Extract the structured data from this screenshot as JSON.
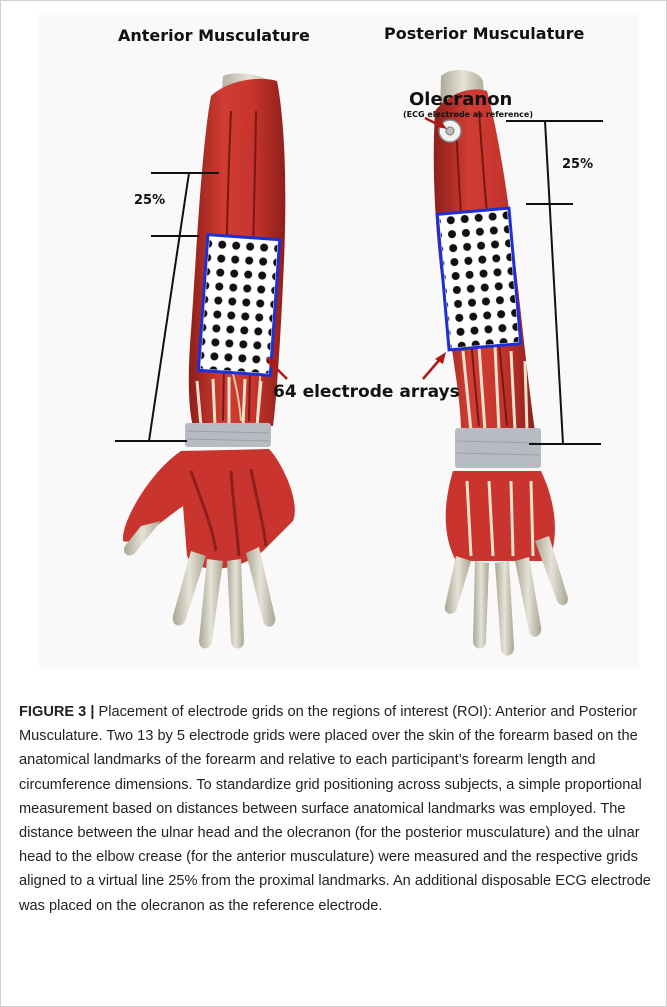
{
  "figure": {
    "titles": {
      "anterior": "Anterior Musculature",
      "posterior": "Posterior Musculature"
    },
    "labels": {
      "olecranon": "Olecranon",
      "olecranon_note": "(ECG electrode as reference)",
      "percent_anterior": "25%",
      "percent_posterior": "25%",
      "arrays": "64 electrode arrays"
    }
  },
  "caption": {
    "lead": "FIGURE 3 |",
    "text": " Placement of electrode grids on the regions of interest (ROI): Anterior and Posterior Musculature. Two 13 by 5 electrode grids were placed over the skin of the forearm based on the anatomical landmarks of the forearm and relative to each participant’s forearm length and circumference dimensions. To standardize grid positioning across subjects, a simple proportional measurement based on distances between surface anatomical landmarks was employed. The distance between the ulnar head and the olecranon (for the posterior musculature) and the ulnar head to the elbow crease (for the anterior musculature) were measured and the respective grids aligned to a virtual line 25% from the proximal landmarks. An additional disposable ECG electrode was placed on the olecranon as the reference electrode."
  },
  "colors": {
    "muscle": "#c9352e",
    "muscle_dark": "#8e1f1a",
    "bone": "#d9d6c8",
    "bandage": "#b8bcc2",
    "grid_border": "#1f2fd6",
    "arrow": "#b01818"
  }
}
